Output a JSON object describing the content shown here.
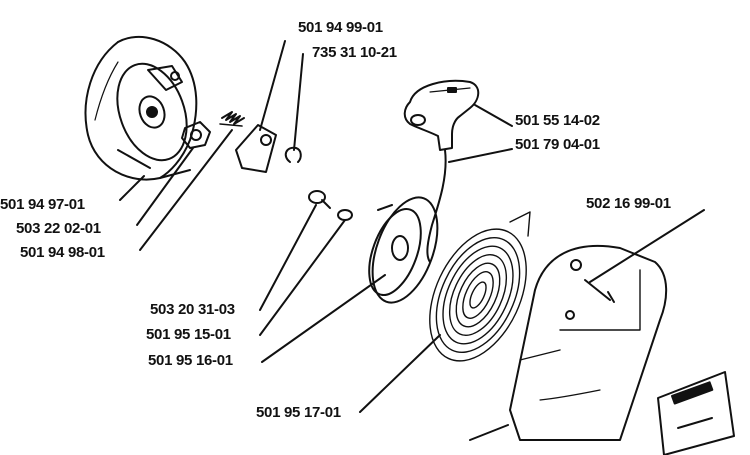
{
  "colors": {
    "ink": "#111111",
    "paper": "#ffffff"
  },
  "parts": {
    "p_501_94_99_01": "501 94 99-01",
    "p_735_31_10_21": "735 31 10-21",
    "p_501_55_14_02": "501 55 14-02",
    "p_501_79_04_01": "501 79 04-01",
    "p_501_94_97_01": "501 94 97-01",
    "p_503_22_02_01": "503 22 02-01",
    "p_501_94_98_01": "501 94 98-01",
    "p_502_16_99_01": "502 16 99-01",
    "p_503_20_31_03": "503 20 31-03",
    "p_501_95_15_01": "501 95 15-01",
    "p_501_95_16_01": "501 95 16-01",
    "p_501_95_17_01": "501 95 17-01"
  }
}
